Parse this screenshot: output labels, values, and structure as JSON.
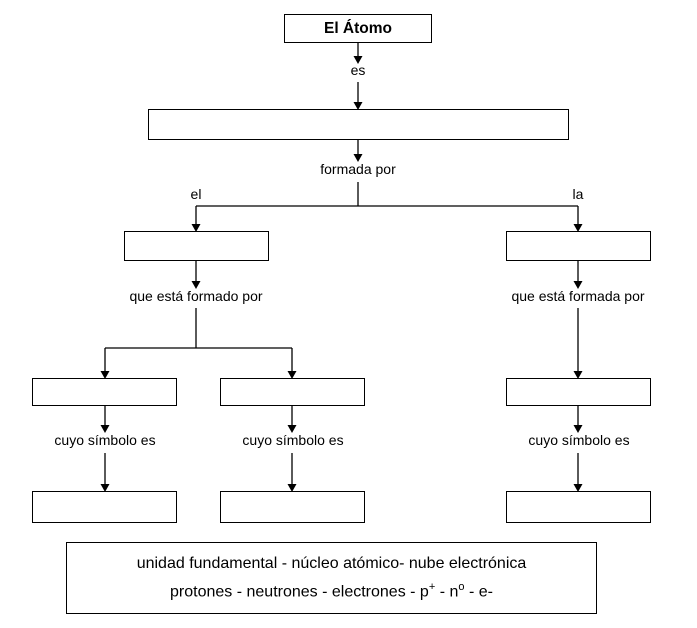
{
  "diagram": {
    "title_node": {
      "text": "El Átomo"
    },
    "nodes": [
      {
        "id": "definition",
        "text": ""
      },
      {
        "id": "nucleo",
        "text": ""
      },
      {
        "id": "nube",
        "text": ""
      },
      {
        "id": "protones",
        "text": ""
      },
      {
        "id": "neutrones",
        "text": ""
      },
      {
        "id": "electrones",
        "text": ""
      },
      {
        "id": "simbolo-protones",
        "text": ""
      },
      {
        "id": "simbolo-neutrones",
        "text": ""
      },
      {
        "id": "simbolo-electrones",
        "text": ""
      }
    ],
    "connector_labels": [
      {
        "id": "es",
        "text": "es"
      },
      {
        "id": "formada-por",
        "text": "formada por"
      },
      {
        "id": "el",
        "text": "el"
      },
      {
        "id": "la",
        "text": "la"
      },
      {
        "id": "que-esta-formado-por",
        "text": "que está formado por"
      },
      {
        "id": "que-esta-formada-por",
        "text": "que está formada por"
      },
      {
        "id": "cuyo-simbolo-es-1",
        "text": "cuyo símbolo es"
      },
      {
        "id": "cuyo-simbolo-es-2",
        "text": "cuyo símbolo es"
      },
      {
        "id": "cuyo-simbolo-es-3",
        "text": "cuyo símbolo es"
      }
    ],
    "legend": {
      "line1": "unidad fundamental - núcleo atómico- nube electrónica",
      "line2_pre": "protones - neutrones - electrones - p",
      "line2_sup1": "+",
      "line2_mid": " - n",
      "line2_sup2": "o",
      "line2_post": " - e-"
    }
  }
}
